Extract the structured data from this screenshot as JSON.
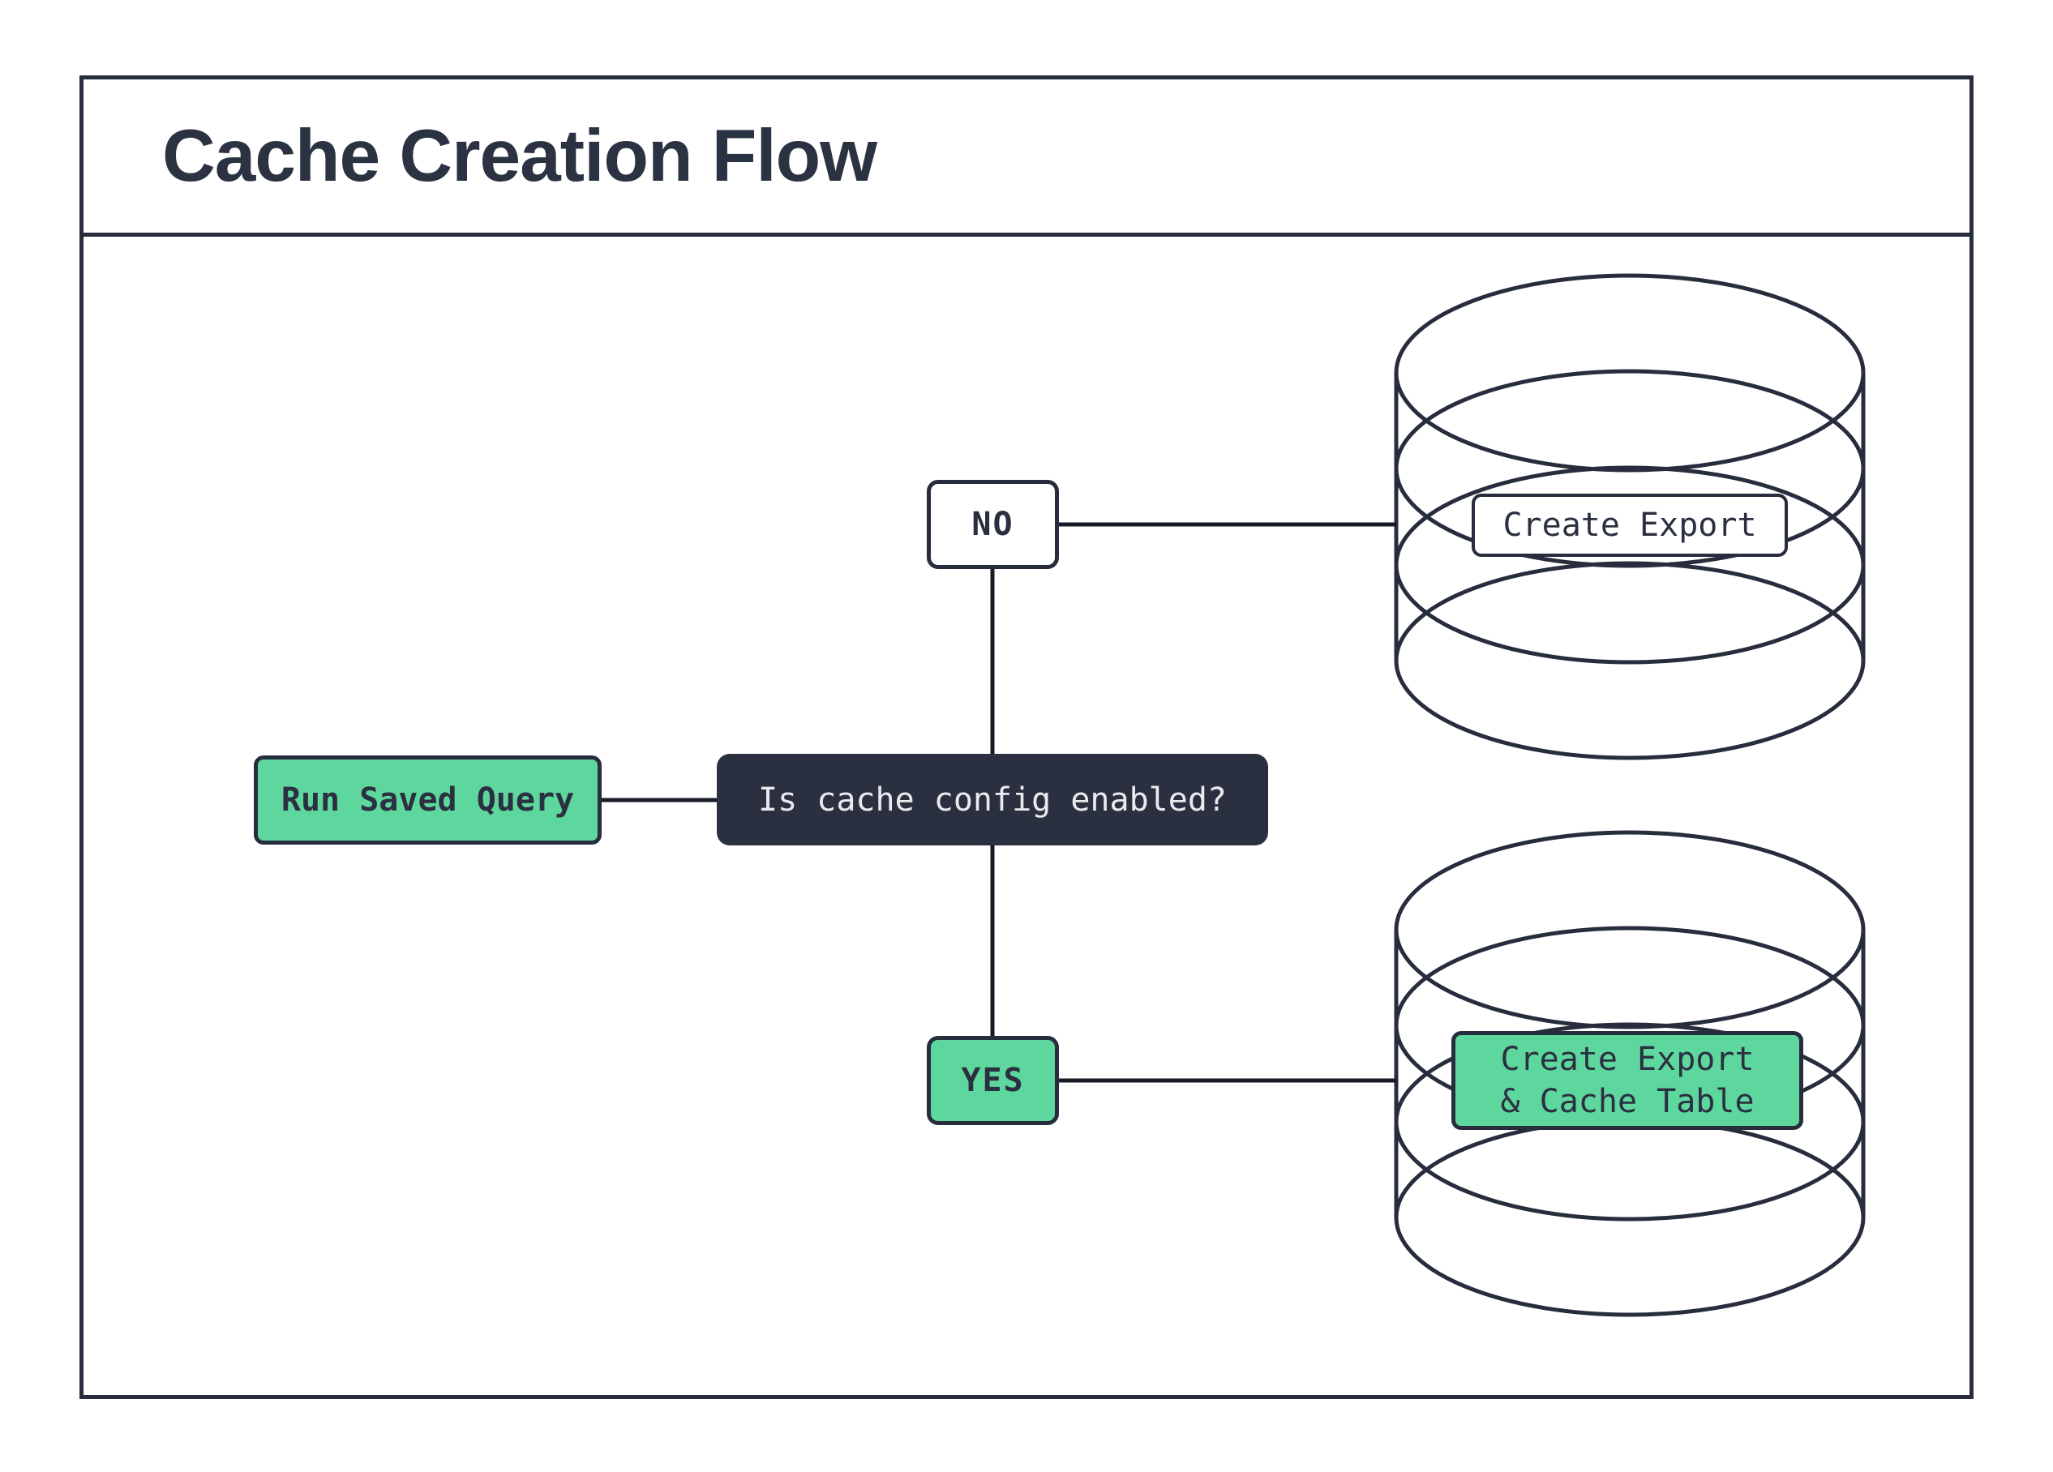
{
  "title": "Cache Creation Flow",
  "diagram": {
    "nodes": {
      "start": {
        "label": "Run Saved Query"
      },
      "decision": {
        "label": "Is cache config enabled?"
      },
      "branch_no": {
        "label": "NO"
      },
      "branch_yes": {
        "label": "YES"
      },
      "no_result": {
        "label": "Create Export"
      },
      "yes_result": {
        "line1": "Create Export",
        "line2": "& Cache Table"
      }
    },
    "icons": {
      "no_result": "database-cylinder-icon",
      "yes_result": "database-cylinder-icon"
    },
    "colors": {
      "accent_green": "#5ED79E",
      "ink_navy": "#2B3040",
      "border_ink": "#272D3D",
      "connector": "#171B26",
      "light_text": "#E9EAEE",
      "surface": "#FFFFFF"
    }
  }
}
